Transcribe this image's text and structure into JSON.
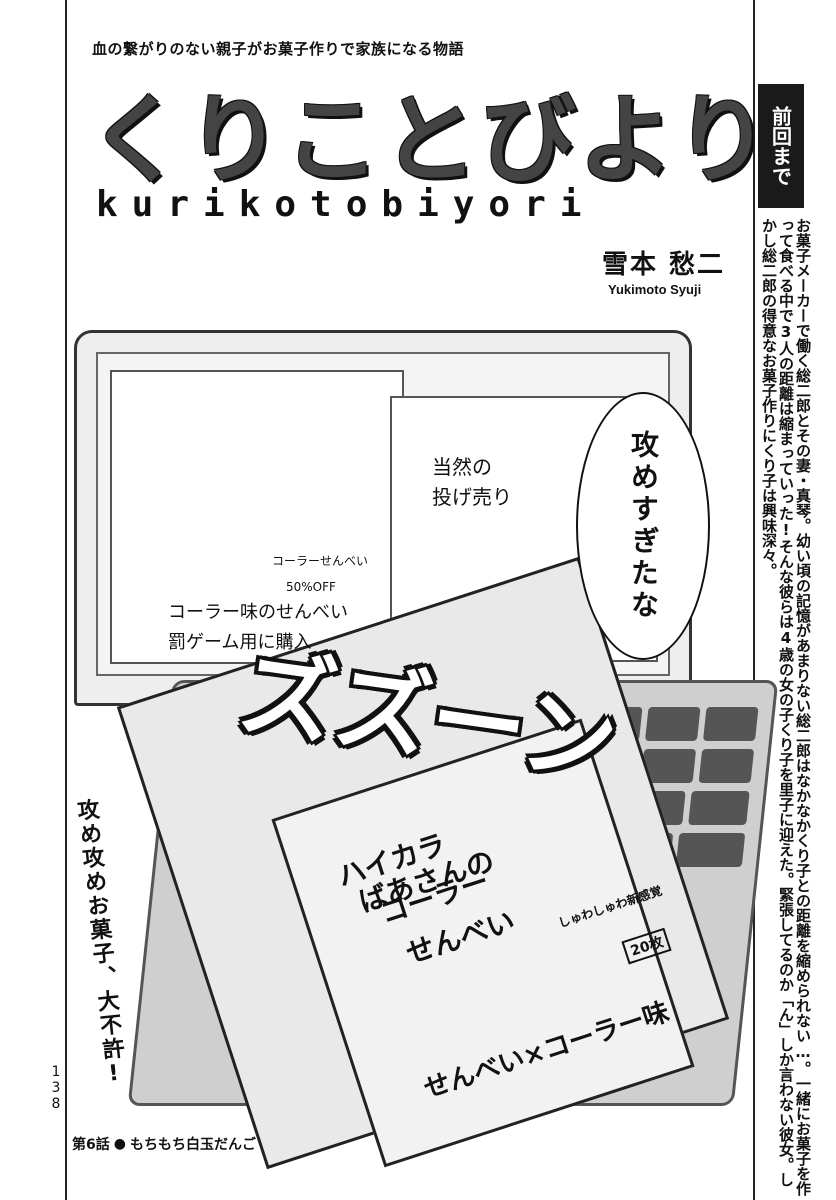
{
  "header": {
    "subtitle": "血の繋がりのない親子がお菓子作りで家族になる物語",
    "title": "くりことびより",
    "title_romaji": "kurikotobiyori",
    "author": "雪本 愁二",
    "author_romaji": "Yukimoto Syuji"
  },
  "recap": {
    "label": "前回まで",
    "text": "お菓子メーカーで働く総二郎とその妻・真琴。幼い頃の記憶があまりない総二郎はなかなかくり子との距離を縮められない…。一緒にお菓子を作って食べる中で3人の距離は縮まっていった!そんな彼らは4歳の女の子くり子を里子に迎えた。緊張してるのか「ん」しか言わない彼女。しかし総二郎の得意なお菓子作りにくり子は興味深々。"
  },
  "scene": {
    "screen_caption_right": "当然の\n投げ売り",
    "screen_caption_left": "コーラー味のせんべい\n罰ゲーム用に購入",
    "sticker_top": "コーラーせんべい",
    "sticker_discount": "50%OFF",
    "balloon": "攻めすぎたな",
    "sfx": "ズズーン",
    "bag_title_1": "ハイカラ",
    "bag_title_2": "ばあさんの",
    "bag_title_3": "コーラー",
    "bag_title_4": "せんべい",
    "bag_flavor": "せんべい×コーラー味",
    "bag_count": "20枚",
    "bag_new": "しゅわしゅわ新感覚",
    "side_text": "攻め攻めお菓子、大不許!"
  },
  "footer": {
    "page_number": "138",
    "chapter_label": "第6話",
    "chapter_title": "もちもち白玉だんご"
  },
  "icons": {
    "pin": "map-pin-icon"
  }
}
